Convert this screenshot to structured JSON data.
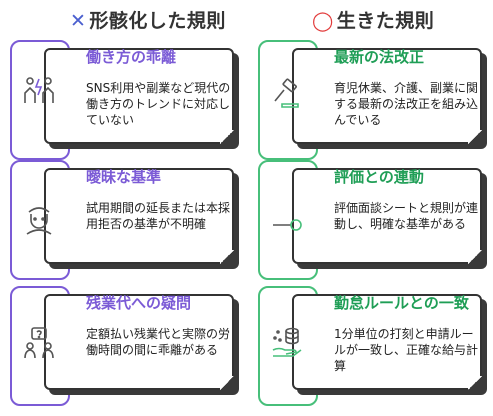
{
  "left_header": {
    "mark": "✕",
    "title": "形骸化した規則",
    "mark_color": "#4a5fcf"
  },
  "right_header": {
    "mark": "◯",
    "title": "生きた規則",
    "mark_color": "#e23b3b"
  },
  "left_cards": [
    {
      "title": "働き方の乖離",
      "desc": "SNS利用や副業など現代の働き方のトレンドに対応していない",
      "icon": "lightning-people-icon"
    },
    {
      "title": "曖昧な基準",
      "desc": "試用期間の延長または本採用拒否の基準が不明確",
      "icon": "person-icon"
    },
    {
      "title": "残業代への疑問",
      "desc": "定額払い残業代と実際の労働時間の間に乖離がある",
      "icon": "question-people-icon"
    }
  ],
  "right_cards": [
    {
      "title": "最新の法改正",
      "desc": "育児休業、介護、副業に関する最新の法改正を組み込んでいる",
      "icon": "gavel-icon"
    },
    {
      "title": "評価との連動",
      "desc": "評価面談シートと規則が連動し、明確な基準がある",
      "icon": "key-link-icon"
    },
    {
      "title": "勤怠ルールとの一致",
      "desc": "1分単位の打刻と申請ルールが一致し、正確な給与計算",
      "icon": "coins-hand-icon"
    }
  ],
  "colors": {
    "purple": "#7b5bd6",
    "green": "#47bf7a"
  }
}
